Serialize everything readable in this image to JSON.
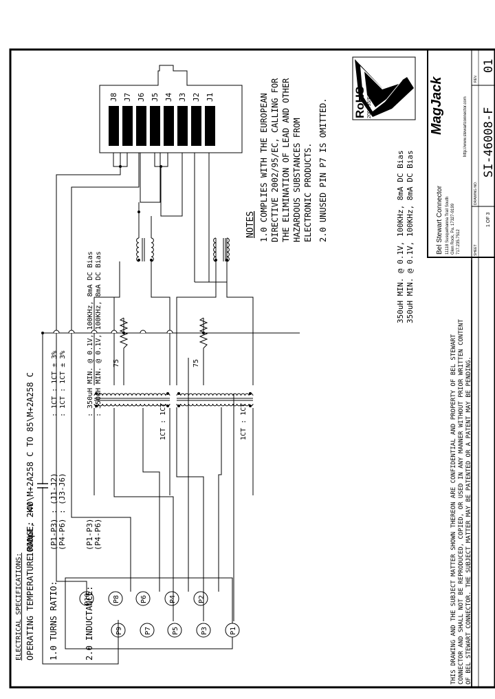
{
  "pins": {
    "right": [
      "P10",
      "P8",
      "P6",
      "P4",
      "P2"
    ],
    "left": [
      "P9",
      "P7",
      "P5",
      "P3",
      "P1"
    ]
  },
  "jacks": [
    "J8",
    "J7",
    "J6",
    "J5",
    "J4",
    "J3",
    "J2",
    "J1"
  ],
  "capacitor_label": "1000pF, 2KV",
  "resistor_label": "75",
  "transformer_ratio_label": "1CT : 1CT",
  "notes": {
    "heading": "NOTES",
    "lines": [
      "1.0 COMPLIES WITH THE EUROPEAN",
      "DIRECTIVE 2002/95/EC, CALLING FOR",
      "THE ELIMINATION OF LEAD AND OTHER",
      "HAZARDOUS SUBSTANCES FROM",
      "ELECTRONIC PRODUCTS.",
      "2.0 UNUSED PIN P7 IS OMITTED."
    ]
  },
  "inductance_notes": [
    "350uH MIN. @ 0.1V, 100KHz, 8mA DC Bias",
    "350uH MIN. @ 0.1V, 100KHz, 8mA DC Bias"
  ],
  "specs": {
    "heading": "ELECTRICAL SPECIFICATIONS:",
    "temperature": "OPERATING TEMPERATURE RANGE: -40\\M+2A258 C  TO 85\\M+2A258 C",
    "turns_label": "1.0  TURNS RATIO:",
    "turns_rows": [
      {
        "pins": "(P1-P3) : (J1-J2)",
        "value": ": 1CT : 1CT ± 3%"
      },
      {
        "pins": "(P4-P6) : (J3-J6)",
        "value": ": 1CT : 1CT ± 3%"
      }
    ],
    "inductance_label": "2.0  INDUCTANCE:",
    "inductance_rows": [
      {
        "pins": "(P1-P3)",
        "value": ": 350uH MIN. @ 0.1V, 100KHz, 8mA DC Bias"
      },
      {
        "pins": "(P4-P6)",
        "value": ": 350uH MIN. @ 0.1V, 100KHz, 8mA DC Bias"
      }
    ]
  },
  "rohs": {
    "label": "RoHS",
    "sublabel": "2002/95/EC"
  },
  "company": {
    "name": "Bel Stewart Connector",
    "address_lines": [
      "11118 Susquehanna Trail South",
      "Glen Rock, Pa. 17327-9199",
      "717.235.7512"
    ],
    "logo": "MagJack",
    "url": "http://www.stewartconnector.com"
  },
  "title_block": {
    "sheet_label": "SHEET",
    "sheet_value": "1 OF 3",
    "drawing_no_label": "DRAWING NO.",
    "drawing_no": "SI-46008-F",
    "rev_label": "REV.",
    "rev": "01"
  },
  "disclaimer": [
    "THIS DRAWING AND THE SUBJECT MATTER SHOWN THEREON ARE CONFIDENTIAL AND PROPERTY OF BEL STEWART",
    "CONNECTOR AND SHALL NOT BE REPRODUCED, COPIED, OR USED IN ANY MANNER WITHOUT PRIOR WRITTEN CONTENT",
    "OF BEL STEWART CONNECTOR. THE SUBJECT MATTER MAY BE PATENTED OR A PATENT MAY BE PENDING."
  ]
}
